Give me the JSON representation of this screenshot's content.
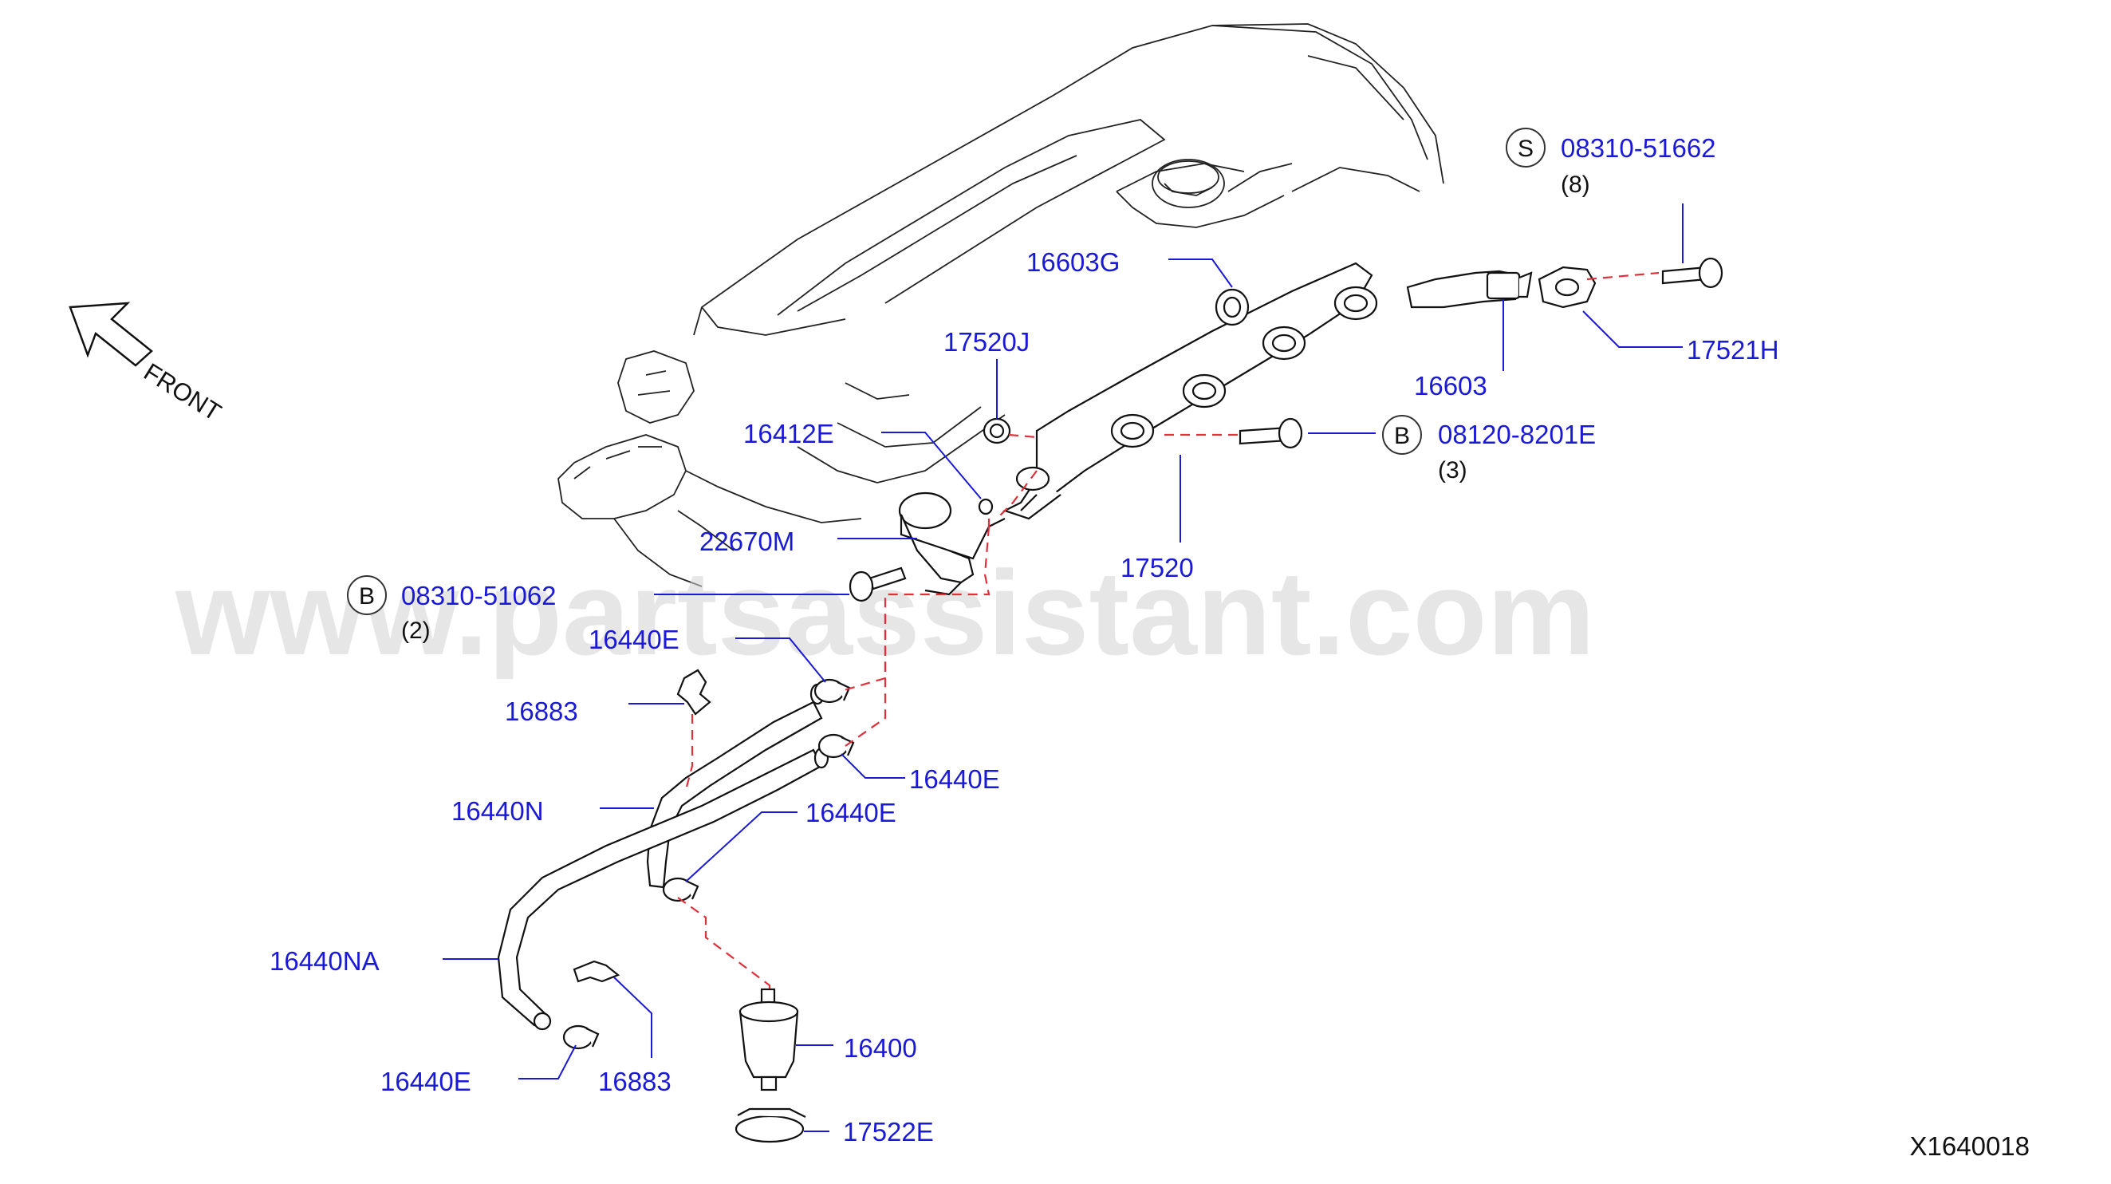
{
  "watermark": "www.partsassistant.com",
  "diagram_code": "X1640018",
  "front_label": "FRONT",
  "parts": {
    "p_16603G": "16603G",
    "p_17520J": "17520J",
    "p_16412E": "16412E",
    "p_22670M": "22670M",
    "p_16603": "16603",
    "p_17521H": "17521H",
    "p_17520": "17520",
    "p_16440E_a": "16440E",
    "p_16883_a": "16883",
    "p_16440E_b": "16440E",
    "p_16440N": "16440N",
    "p_16440E_c": "16440E",
    "p_16440NA": "16440NA",
    "p_16400": "16400",
    "p_16440E_d": "16440E",
    "p_16883_b": "16883",
    "p_17522E": "17522E"
  },
  "bolts": {
    "s_bolt": {
      "letter": "S",
      "code": "08310-51662",
      "qty": "(8)"
    },
    "b_bolt_1": {
      "letter": "B",
      "code": "08120-8201E",
      "qty": "(3)"
    },
    "b_bolt_2": {
      "letter": "B",
      "code": "08310-51062",
      "qty": "(2)"
    }
  }
}
